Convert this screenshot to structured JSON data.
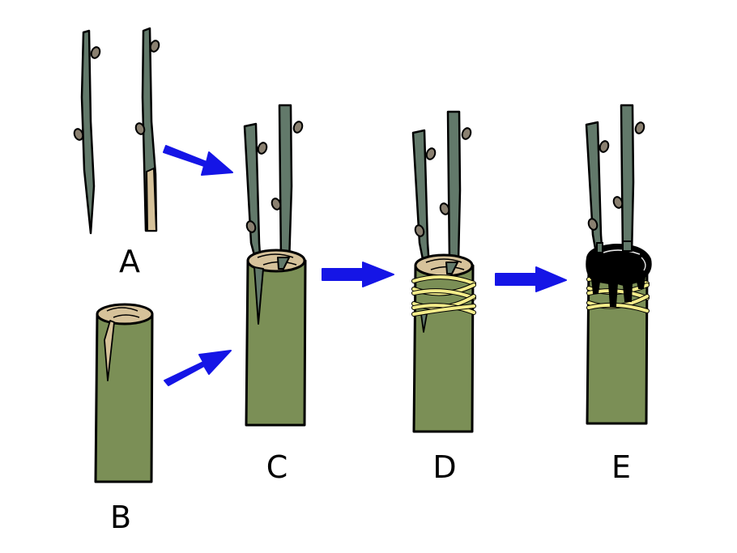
{
  "labels": {
    "a": "A",
    "b": "B",
    "c": "C",
    "d": "D",
    "e": "E"
  },
  "colors": {
    "scion": "#62796a",
    "bud": "#8a8070",
    "stock": "#7b8f56",
    "cut_wood": "#d6c29a",
    "twine": "#f3ec8a",
    "wax": "#000000",
    "arrow": "#1515e6",
    "outline": "#000000"
  }
}
